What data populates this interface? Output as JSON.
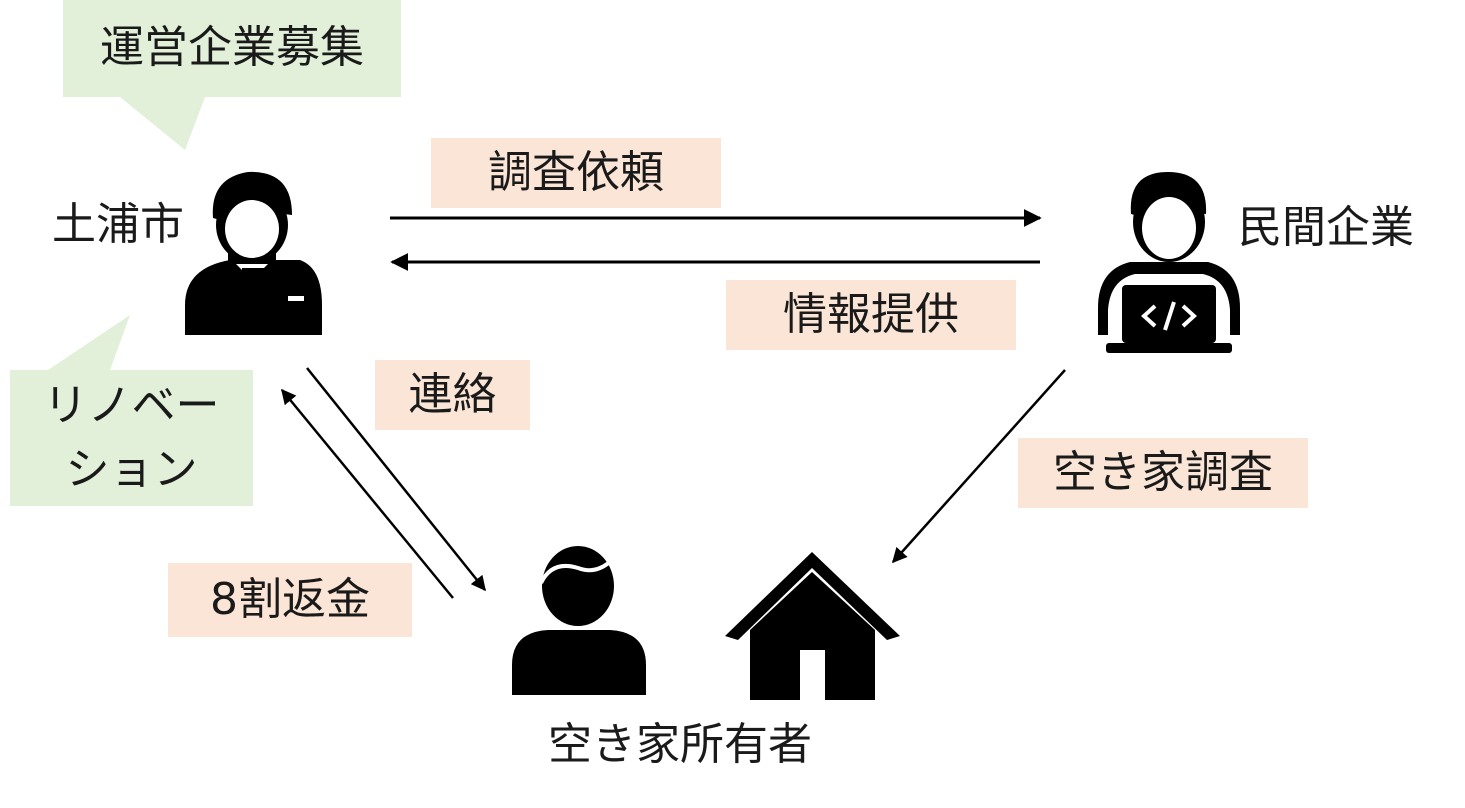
{
  "nodes": {
    "city": "土浦市",
    "company": "民間企業",
    "owner": "空き家所有者"
  },
  "callouts": {
    "recruit": "運営企業募集",
    "renovation_line1": "リノベー",
    "renovation_line2": "ション"
  },
  "edges": {
    "survey_request": "調査依頼",
    "info_provide": "情報提供",
    "contact": "連絡",
    "refund": "8割返金",
    "vacant_survey": "空き家調査"
  },
  "colors": {
    "edge_label_bg": "#fbe5d6",
    "callout_bg": "#e2f0d9",
    "icon": "#000000"
  },
  "icons": {
    "city": "businessman-icon",
    "company": "developer-laptop-icon",
    "owner_person": "person-icon",
    "owner_house": "house-icon"
  }
}
